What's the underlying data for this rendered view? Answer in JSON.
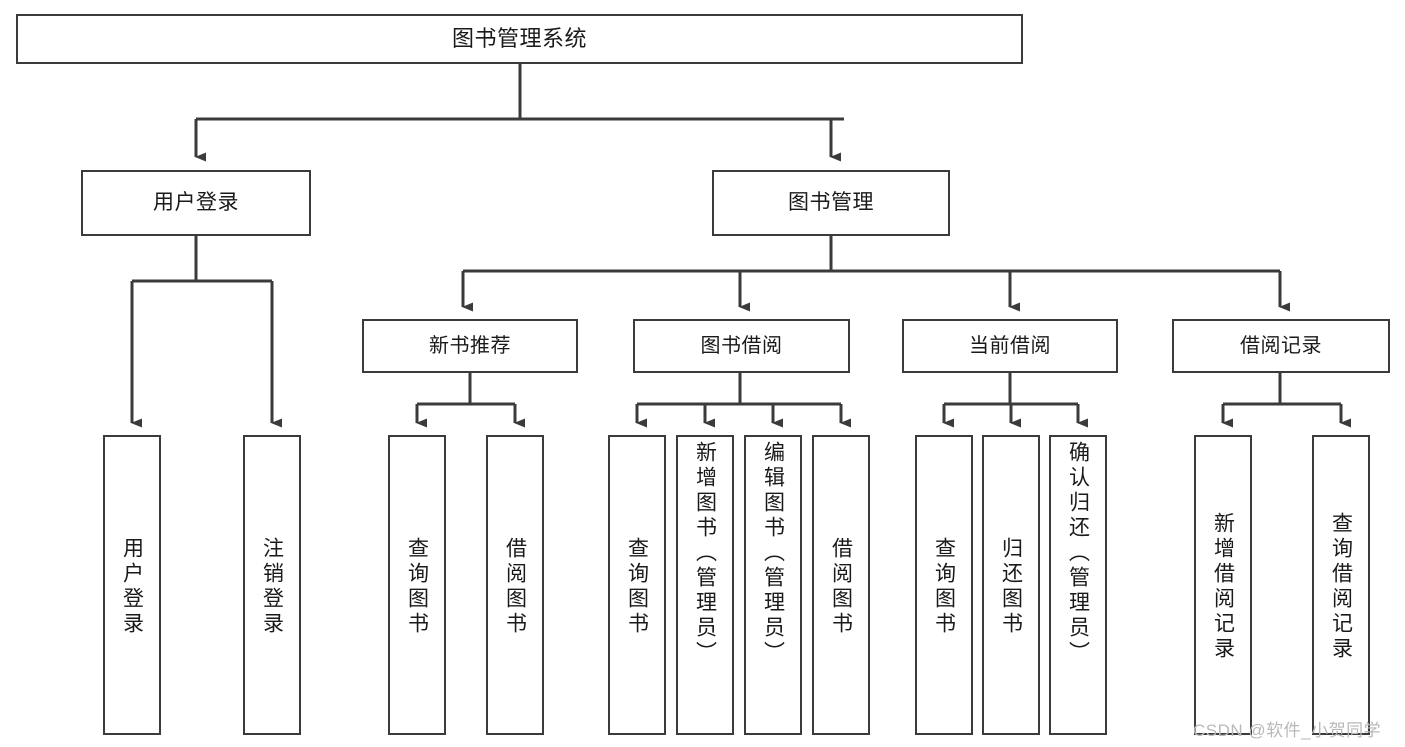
{
  "diagram": {
    "title": "图书管理系统",
    "watermark": "CSDN @软件_小贺同学",
    "stroke_color": "#3b3b3b",
    "text_color": "#1a1a1a",
    "background": "#ffffff",
    "root": {
      "label": "图书管理系统"
    },
    "level1": [
      {
        "label": "用户登录"
      },
      {
        "label": "图书管理"
      }
    ],
    "level2": [
      {
        "label": "新书推荐"
      },
      {
        "label": "图书借阅"
      },
      {
        "label": "当前借阅"
      },
      {
        "label": "借阅记录"
      }
    ],
    "leaves": {
      "user_login": [
        {
          "label": "用户登录"
        },
        {
          "label": "注销登录"
        }
      ],
      "new_book": [
        {
          "label": "查询图书"
        },
        {
          "label": "借阅图书"
        }
      ],
      "book_borrow": [
        {
          "label": "查询图书"
        },
        {
          "label": "新增图书（管理员）"
        },
        {
          "label": "编辑图书（管理员）"
        },
        {
          "label": "借阅图书"
        }
      ],
      "current_borrow": [
        {
          "label": "查询图书"
        },
        {
          "label": "归还图书"
        },
        {
          "label": "确认归还（管理员）"
        }
      ],
      "borrow_record": [
        {
          "label": "新增借阅记录"
        },
        {
          "label": "查询借阅记录"
        }
      ]
    }
  }
}
